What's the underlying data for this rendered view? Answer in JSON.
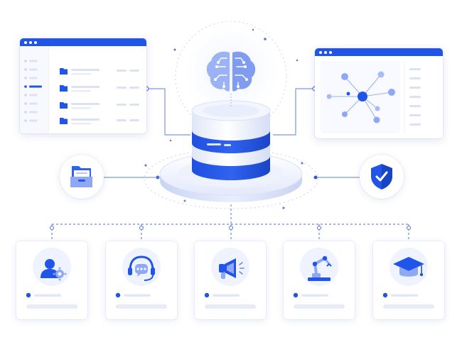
{
  "colors": {
    "primary": "#2155e8",
    "primary_light": "#8ea8f5",
    "soft": "#e9efff",
    "line": "#7f97da",
    "placeholder": "#e1e7f5",
    "dot": "#2a4fc9"
  },
  "center": {
    "brain_icon": "brain-icon",
    "database_icon": "database-icon"
  },
  "windows": [
    {
      "name": "file-list-window",
      "icon": "folder-icon"
    },
    {
      "name": "network-graph-window",
      "icon": "network-graph-icon"
    }
  ],
  "side_nodes": [
    {
      "name": "archive-node",
      "icon": "archive-folder-icon"
    },
    {
      "name": "security-node",
      "icon": "shield-check-icon"
    }
  ],
  "cards": [
    {
      "name": "user-settings-card",
      "icon": "user-gear-icon"
    },
    {
      "name": "support-card",
      "icon": "headset-chat-icon"
    },
    {
      "name": "marketing-card",
      "icon": "megaphone-icon"
    },
    {
      "name": "automation-card",
      "icon": "robot-arm-icon"
    },
    {
      "name": "education-card",
      "icon": "graduation-cap-icon"
    }
  ]
}
